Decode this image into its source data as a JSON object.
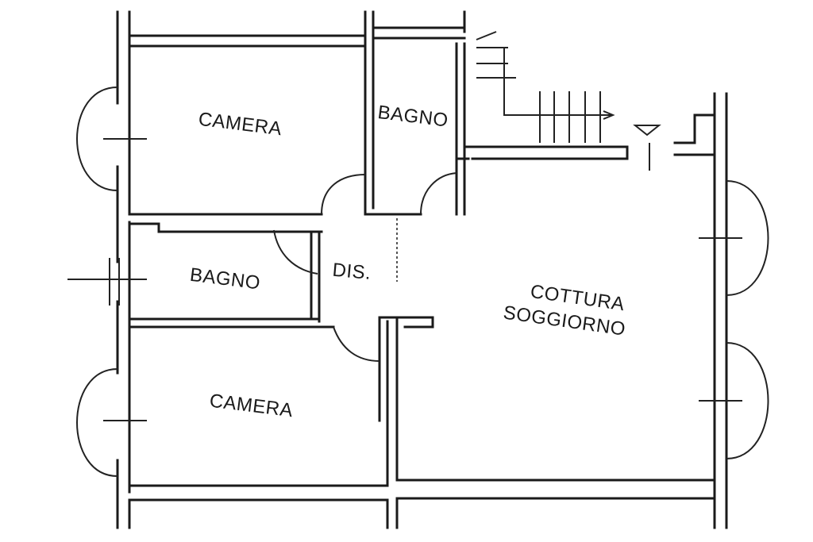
{
  "rooms": {
    "camera_top": "CAMERA",
    "bagno_top": "BAGNO",
    "bagno_mid": "BAGNO",
    "disimpegno": "DIS.",
    "cottura_line1": "COTTURA",
    "cottura_line2": "SOGGIORNO",
    "camera_bottom": "CAMERA"
  }
}
